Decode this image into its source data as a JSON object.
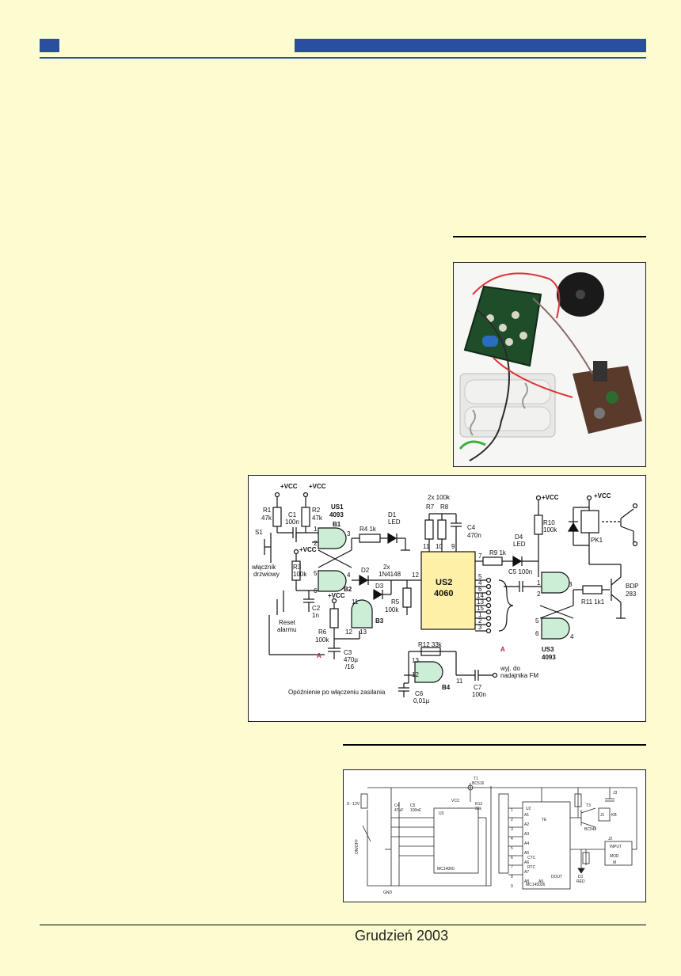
{
  "footer": {
    "issue_date": "Grudzień 2003"
  },
  "schematic": {
    "labels": {
      "vcc": "+VCC",
      "r1": "R1",
      "r1_val": "47k",
      "c1": "C1",
      "c1_val": "100n",
      "r2": "R2",
      "r2_val": "47k",
      "us1": "US1",
      "us1_part": "4093",
      "d1": "D1",
      "d1_type": "LED",
      "r4": "R4 1k",
      "s1": "S1",
      "switch_l1": "włącznik",
      "switch_l2": "drzwiowy",
      "r3": "R3",
      "r3_val": "100k",
      "d2": "D2",
      "d3": "D3",
      "diodes_l1": "2x",
      "diodes_l2": "1N4148",
      "r5": "R5",
      "r5_val": "100k",
      "c2": "C2",
      "c2_val": "1n",
      "reset_l1": "Reset",
      "reset_l2": "alarmu",
      "r6": "R6",
      "r6_val": "100k",
      "c3": "C3",
      "c3_val1": "470µ",
      "c3_val2": "/16",
      "point_a": "A",
      "delay_note": "Opóźnienie po włączeniu zasilania",
      "r78": "2x 100k",
      "r7": "R7",
      "r8": "R8",
      "c4": "C4",
      "c4_val": "470n",
      "us2": "US2",
      "us2_part": "4060",
      "r9": "R9 1k",
      "d4": "D4",
      "d4_type": "LED",
      "c5": "C5 100n",
      "r10": "R10",
      "r10_val": "100k",
      "pk1": "PK1",
      "r11": "R11 1k1",
      "bdp_l1": "BDP",
      "bdp_l2": "283",
      "us3": "US3",
      "us3_part": "4093",
      "r12": "R12 33k",
      "c6": "C6",
      "c6_val": "0,01µ",
      "c7": "C7",
      "c7_val": "100n",
      "fm_l1": "wyj. do",
      "fm_l2": "nadajnika FM",
      "b1": "B1",
      "b2": "B2",
      "b3": "B3",
      "b4": "B4",
      "pins_us2_out": [
        "5",
        "4",
        "6",
        "14",
        "13",
        "15",
        "1",
        "2",
        "3"
      ],
      "pin_1": "1",
      "pin_2": "2",
      "pin_3": "3",
      "pin_4": "4",
      "pin_5": "5",
      "pin_6": "6",
      "pin_7": "7",
      "pin_9": "9",
      "pin_10": "10",
      "pin_11": "11",
      "pin_12": "12",
      "pin_13": "13"
    }
  },
  "schematic2": {
    "labels": {
      "supply": "9 - 12V",
      "onoff": "ON/OFF",
      "gnd": "GND",
      "vcc": "VCC",
      "t1": "T1",
      "bc516": "BC516",
      "r12": "R12",
      "r13": "33k",
      "c4": "C4",
      "c4_val": "47uF",
      "c5": "C5",
      "c5_val": "100nF",
      "u3": "U3",
      "mc14060": "MC14060",
      "u2": "U2",
      "mc145026": "MC145026",
      "t3": "T3",
      "bc548": "BC548",
      "d1": "D1",
      "red": "RED",
      "kb": "KB",
      "j1": "J1",
      "j2": "J2",
      "j3": "J3",
      "m": "M",
      "pins_a": [
        "A1",
        "A2",
        "A3",
        "A4",
        "A5",
        "A6",
        "A7",
        "A8",
        "A9"
      ],
      "pins_n": [
        "1",
        "2",
        "3",
        "4",
        "5",
        "6",
        "7",
        "8",
        "9"
      ],
      "input": "INPUT",
      "mod": "MOD",
      "rtc": "RTC",
      "ctc": "CTC",
      "dout": "DOUT",
      "te": "TE"
    }
  }
}
